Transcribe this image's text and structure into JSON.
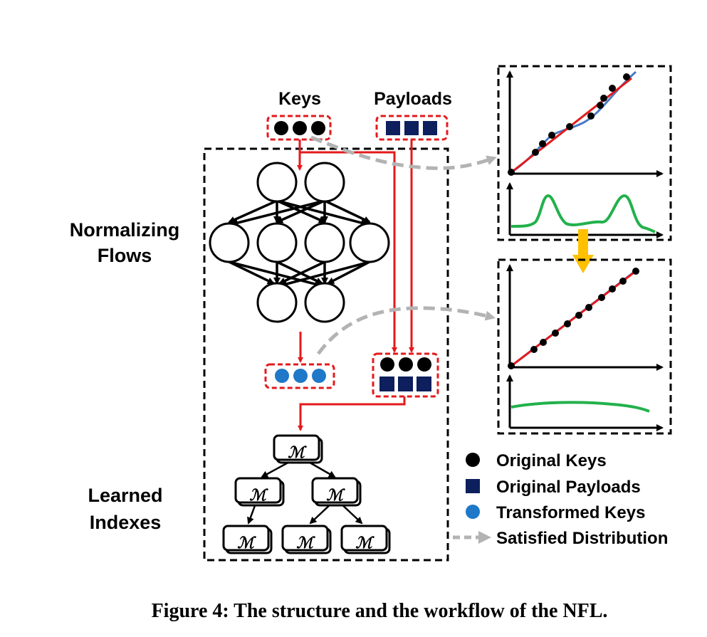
{
  "labels": {
    "keys": "Keys",
    "payloads": "Payloads",
    "normalizing_line1": "Normalizing",
    "normalizing_line2": "Flows",
    "learned_line1": "Learned",
    "learned_line2": "Indexes",
    "model_symbol": "ℳ"
  },
  "legend": {
    "items": [
      {
        "label": "Original Keys",
        "icon": "black-circle"
      },
      {
        "label": "Original Payloads",
        "icon": "navy-square"
      },
      {
        "label": "Transformed Keys",
        "icon": "blue-circle"
      },
      {
        "label": "Satisfied Distribution",
        "icon": "gray-dashed-arrow"
      }
    ]
  },
  "caption": "Figure 4: The structure and the workflow of the NFL.",
  "colors": {
    "red": "#e31a1c",
    "original_key": "#000000",
    "payload": "#0d1f5c",
    "transformed_key": "#1f78c8",
    "dashed_arrow": "#b3b3b3",
    "curve": "#22b14c",
    "fit_curve": "#4a7ac8",
    "transition_arrow": "#ffc000"
  }
}
